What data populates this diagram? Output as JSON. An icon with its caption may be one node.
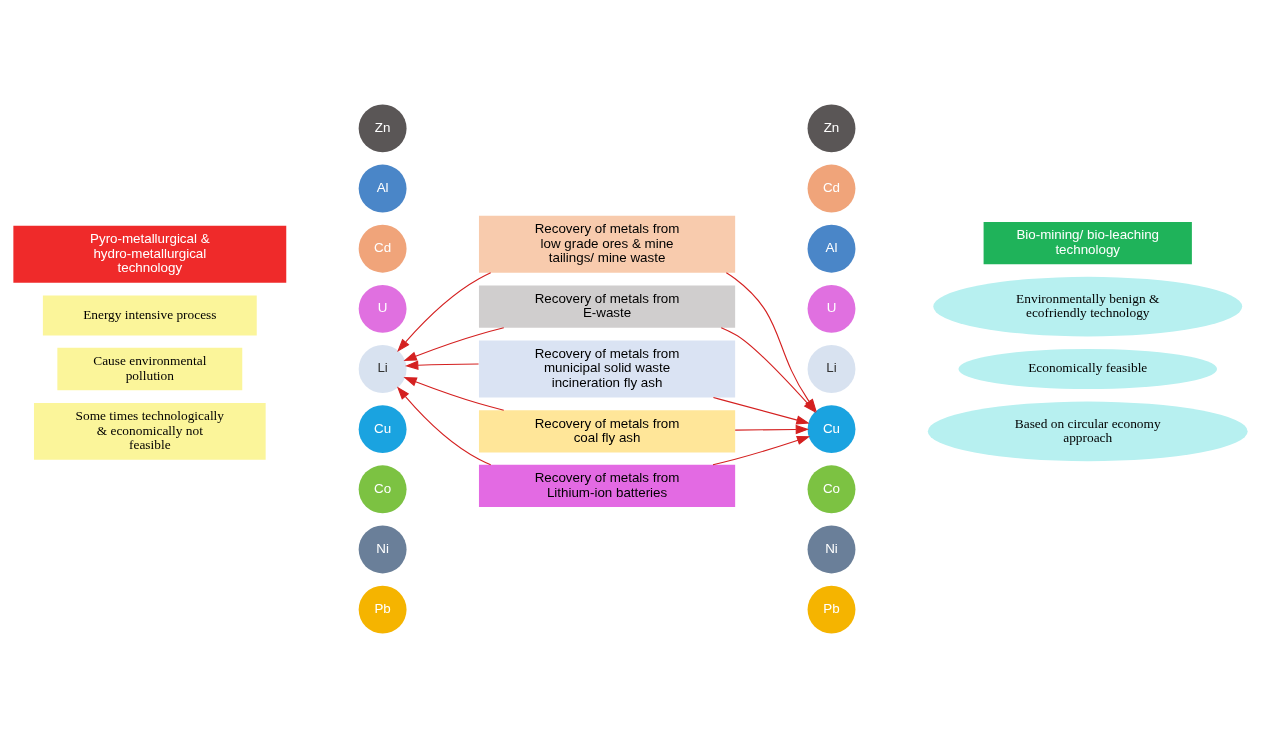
{
  "diagram": {
    "nodes": [
      {
        "text": [
          "Pyro-metallurgical & hydro-metallurgical technology"
        ]
      },
      {
        "text": [
          "Bio-mining/ bio-leaching technology"
        ]
      },
      {
        "text": [
          "Recovery of metals from low grade ores & mine tailings/ mine waste"
        ]
      },
      {
        "text": [
          "Recovery of metals from E-waste"
        ]
      },
      {
        "text": [
          "Recovery of metals from municipal solid waste incineration fly ash"
        ]
      },
      {
        "text": [
          "Recovery of metals from coal fly ash"
        ]
      },
      {
        "text": [
          "Recovery of metals from Lithium-ion batteries"
        ]
      },
      {
        "text": [
          "Energy intensive process"
        ]
      },
      {
        "text": [
          "Cause environmental pollution"
        ]
      },
      {
        "text": [
          "Some times technologically & economically not feasible"
        ]
      },
      {
        "text": [
          "Zn"
        ]
      },
      {
        "text": [
          "Al"
        ]
      },
      {
        "text": [
          "Cd"
        ]
      },
      {
        "text": [
          "U"
        ]
      },
      {
        "text": [
          "Li"
        ]
      },
      {
        "text": [
          "Cu"
        ]
      },
      {
        "text": [
          "Co"
        ]
      },
      {
        "text": [
          "Ni"
        ]
      },
      {
        "text": [
          "Pb"
        ]
      },
      {
        "text": [
          "Environmentally benign & ecofriendly technology"
        ]
      },
      {
        "text": [
          "Economically feasible"
        ]
      },
      {
        "text": [
          "Based on circular economy approach"
        ]
      },
      {
        "text": [
          "Zn"
        ]
      },
      {
        "text": [
          "Cd"
        ]
      },
      {
        "text": [
          "Al"
        ]
      },
      {
        "text": [
          "U"
        ]
      },
      {
        "text": [
          "Li"
        ]
      },
      {
        "text": [
          "Cu"
        ]
      },
      {
        "text": [
          "Co"
        ]
      },
      {
        "text": [
          "Ni"
        ]
      },
      {
        "text": [
          "Pb"
        ]
      }
    ],
    "edges": [
      {
        "from": 2,
        "to": 14,
        "arrow": "to"
      },
      {
        "from": 3,
        "to": 14,
        "arrow": "to"
      },
      {
        "from": 4,
        "to": 14,
        "arrow": "to"
      },
      {
        "from": 5,
        "to": 14,
        "arrow": "to"
      },
      {
        "from": 6,
        "to": 14,
        "arrow": "to"
      },
      {
        "from": 2,
        "to": 27,
        "arrow": "to"
      },
      {
        "from": 3,
        "to": 27,
        "arrow": "to"
      },
      {
        "from": 4,
        "to": 27,
        "arrow": "to"
      },
      {
        "from": 5,
        "to": 27,
        "arrow": "to"
      },
      {
        "from": 6,
        "to": 27,
        "arrow": "to"
      }
    ]
  }
}
